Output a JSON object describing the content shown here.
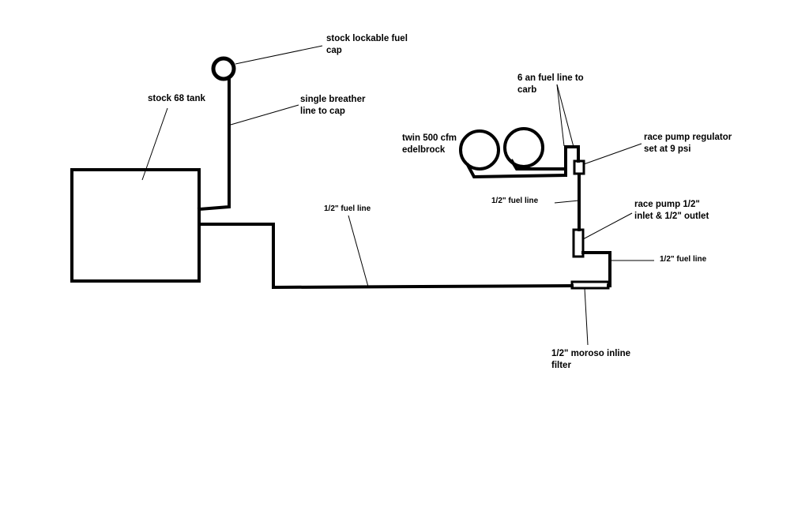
{
  "labels": {
    "fuel_cap": [
      "stock lockable fuel",
      "cap"
    ],
    "tank": "stock 68 tank",
    "breather": [
      "single breather",
      "line to cap"
    ],
    "main_line": "1/2\" fuel line",
    "carbs": [
      "twin 500 cfm",
      "edelbrock"
    ],
    "carb_line": [
      "6 an fuel line to",
      "carb"
    ],
    "regulator": [
      "race pump regulator",
      "set at 9 psi"
    ],
    "upper_line": "1/2\" fuel line",
    "pump": [
      "race pump 1/2\"",
      "inlet & 1/2\" outlet"
    ],
    "right_line": "1/2\" fuel line",
    "filter": [
      "1/2\" moroso inline",
      "filter"
    ]
  },
  "colors": {
    "ink": "#000000",
    "background": "#ffffff"
  }
}
